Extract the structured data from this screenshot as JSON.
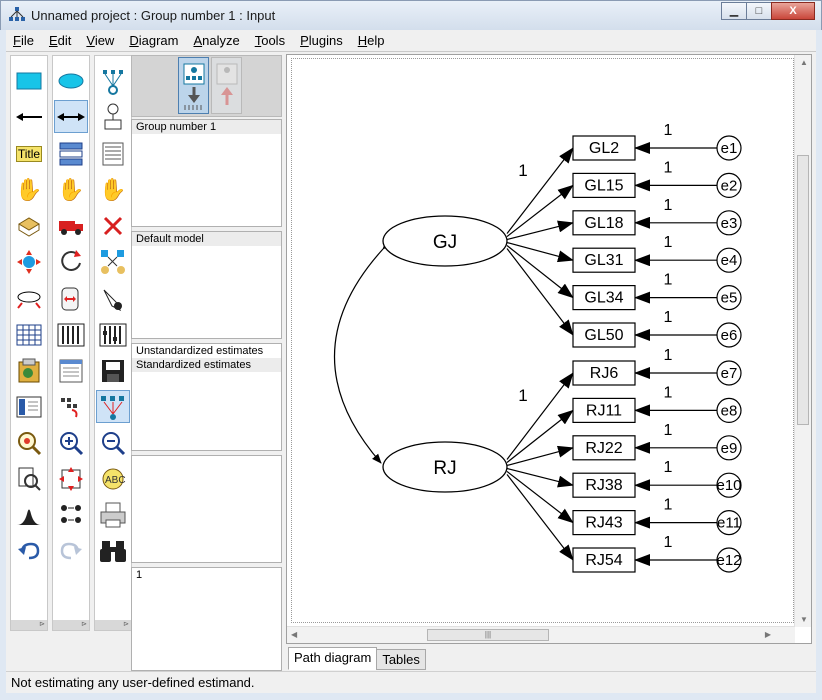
{
  "window": {
    "title": "Unnamed project : Group number 1 : Input",
    "min_label": "▁",
    "max_label": "□",
    "close_label": "X"
  },
  "menu": [
    {
      "label": "File",
      "u": "F",
      "rest": "ile"
    },
    {
      "label": "Edit",
      "u": "E",
      "rest": "dit"
    },
    {
      "label": "View",
      "u": "V",
      "rest": "iew"
    },
    {
      "label": "Diagram",
      "u": "D",
      "rest": "iagram"
    },
    {
      "label": "Analyze",
      "u": "A",
      "rest": "nalyze"
    },
    {
      "label": "Tools",
      "u": "T",
      "rest": "ools"
    },
    {
      "label": "Plugins",
      "u": "P",
      "rest": "lugins"
    },
    {
      "label": "Help",
      "u": "H",
      "rest": "elp"
    }
  ],
  "toolbox": {
    "title_tool_label": "Title",
    "col_foot": "⊳"
  },
  "panels": {
    "groups": [
      "Group number 1"
    ],
    "models": [
      "Default model"
    ],
    "estimates": [
      "Unstandardized estimates",
      "Standardized estimates"
    ],
    "bottom": [
      "1"
    ]
  },
  "diagram": {
    "latents": [
      "GJ",
      "RJ"
    ],
    "indicators_gj": [
      "GL2",
      "GL15",
      "GL18",
      "GL31",
      "GL34",
      "GL50"
    ],
    "indicators_rj": [
      "RJ6",
      "RJ11",
      "RJ22",
      "RJ38",
      "RJ43",
      "RJ54"
    ],
    "errors_gj": [
      "e1",
      "e2",
      "e3",
      "e4",
      "e5",
      "e6"
    ],
    "errors_rj": [
      "e7",
      "e8",
      "e9",
      "e10",
      "e11",
      "e12"
    ],
    "fixed_label": "1"
  },
  "tabs": [
    "Path diagram",
    "Tables"
  ],
  "status": "Not estimating any user-defined estimand."
}
